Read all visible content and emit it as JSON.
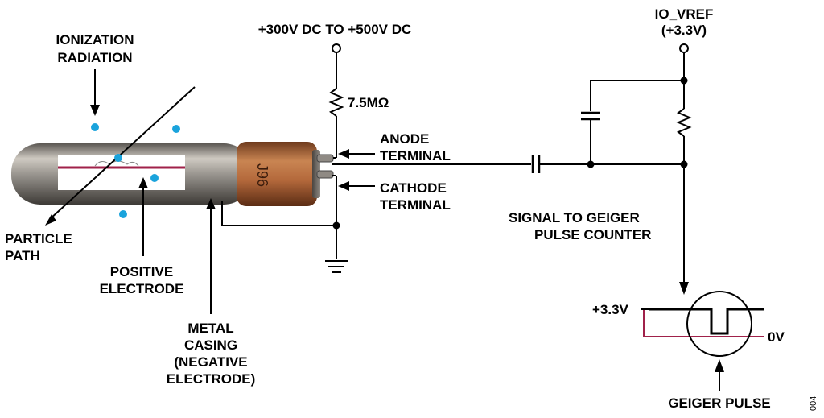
{
  "labels": {
    "ionization_line1": "IONIZATION",
    "ionization_line2": "RADIATION",
    "supply": "+300V DC TO +500V DC",
    "resistor_value": "7.5MΩ",
    "ioref_line1": "IO_VREF",
    "ioref_line2": "(+3.3V)",
    "anode_line1": "ANODE",
    "anode_line2": "TERMINAL",
    "cathode_line1": "CATHODE",
    "cathode_line2": "TERMINAL",
    "signal_line1": "SIGNAL TO GEIGER",
    "signal_line2": "PULSE COUNTER",
    "particle_line1": "PARTICLE",
    "particle_line2": "PATH",
    "positive_line1": "POSITIVE",
    "positive_line2": "ELECTRODE",
    "metal_line1": "METAL",
    "metal_line2": "CASING",
    "metal_line3": "(NEGATIVE",
    "metal_line4": "ELECTRODE)",
    "v_high": "+3.3V",
    "v_low": "0V",
    "geiger_pulse": "GEIGER PULSE",
    "figure_number": "004"
  },
  "colors": {
    "particle_dot": "#1aa3dc",
    "electrode_wire": "#a0214a",
    "tube_metal": "#9a9690",
    "tube_band": "#b3683b",
    "wire": "#000000"
  }
}
